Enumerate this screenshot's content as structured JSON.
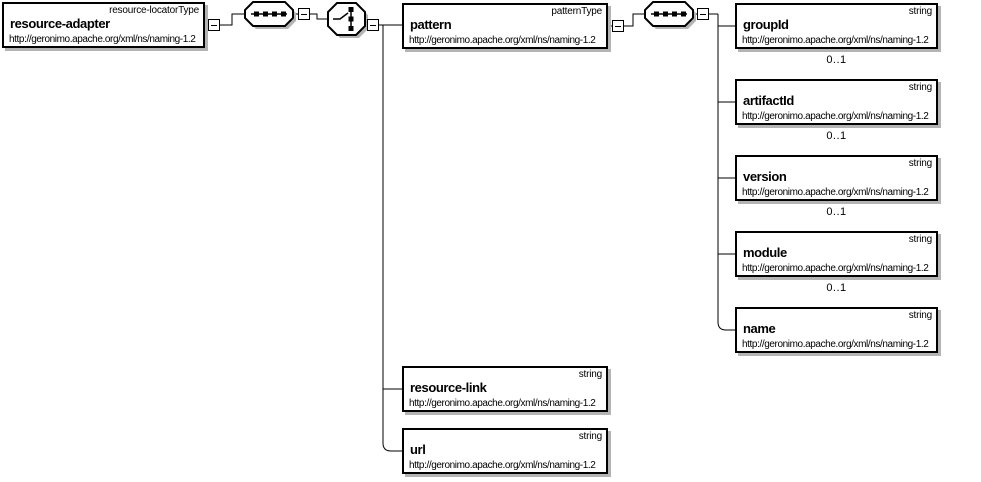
{
  "palette": {
    "background": "#ffffff",
    "line": "#000000",
    "shadow": "#b4b4b4",
    "box_background": "#ffffff"
  },
  "icons": {
    "sequence": "sequence-icon",
    "choice": "choice-icon",
    "collapse": "minus-icon"
  },
  "nodes": {
    "root": {
      "type_label": "resource-locatorType",
      "name": "resource-adapter",
      "namespace": "http://geronimo.apache.org/xml/ns/naming-1.2"
    },
    "pattern": {
      "type_label": "patternType",
      "name": "pattern",
      "namespace": "http://geronimo.apache.org/xml/ns/naming-1.2"
    },
    "groupId": {
      "type_label": "string",
      "name": "groupId",
      "namespace": "http://geronimo.apache.org/xml/ns/naming-1.2",
      "cardinality": "0..1"
    },
    "artifactId": {
      "type_label": "string",
      "name": "artifactId",
      "namespace": "http://geronimo.apache.org/xml/ns/naming-1.2",
      "cardinality": "0..1"
    },
    "version": {
      "type_label": "string",
      "name": "version",
      "namespace": "http://geronimo.apache.org/xml/ns/naming-1.2",
      "cardinality": "0..1"
    },
    "module": {
      "type_label": "string",
      "name": "module",
      "namespace": "http://geronimo.apache.org/xml/ns/naming-1.2",
      "cardinality": "0..1"
    },
    "name": {
      "type_label": "string",
      "name": "name",
      "namespace": "http://geronimo.apache.org/xml/ns/naming-1.2"
    },
    "resource_link": {
      "type_label": "string",
      "name": "resource-link",
      "namespace": "http://geronimo.apache.org/xml/ns/naming-1.2"
    },
    "url": {
      "type_label": "string",
      "name": "url",
      "namespace": "http://geronimo.apache.org/xml/ns/naming-1.2"
    }
  }
}
